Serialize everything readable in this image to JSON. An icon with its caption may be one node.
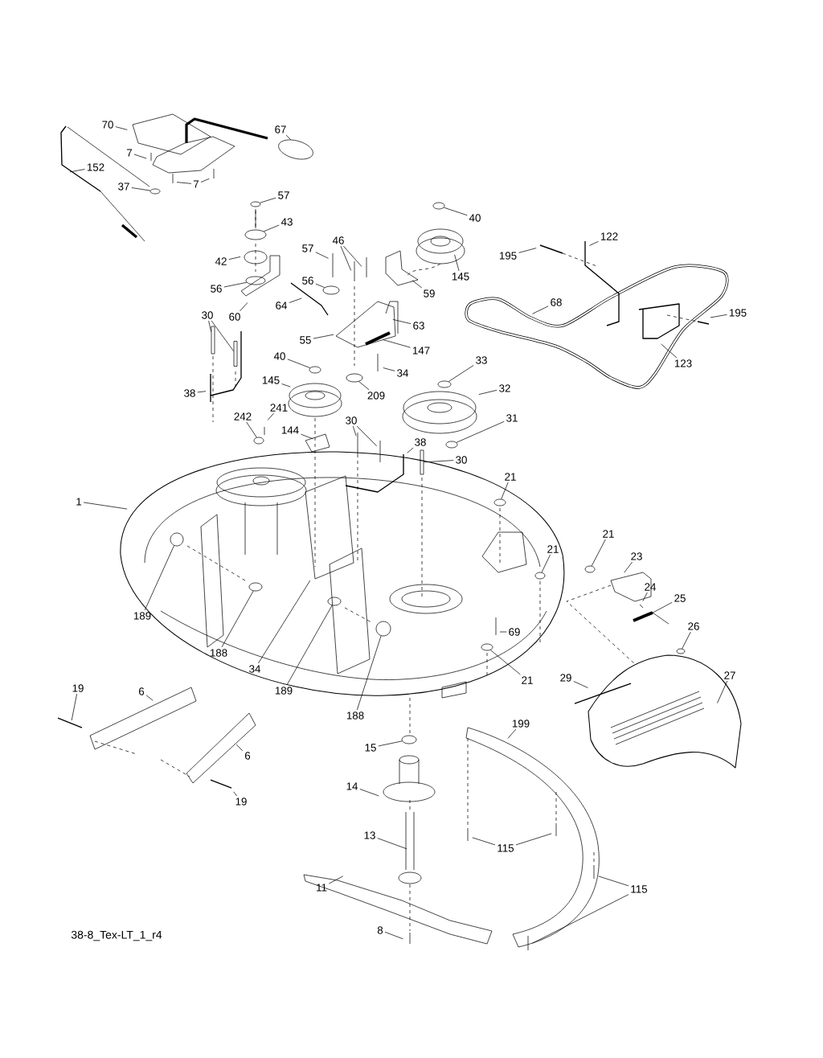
{
  "diagram": {
    "nodes": [
      {
        "text": [
          "70"
        ]
      },
      {
        "text": [
          "67"
        ]
      },
      {
        "text": [
          "7"
        ]
      },
      {
        "text": [
          "152"
        ]
      },
      {
        "text": [
          "37"
        ]
      },
      {
        "text": [
          "7"
        ]
      },
      {
        "text": [
          "57"
        ]
      },
      {
        "text": [
          "43"
        ]
      },
      {
        "text": [
          "42"
        ]
      },
      {
        "text": [
          "56"
        ]
      },
      {
        "text": [
          "60"
        ]
      },
      {
        "text": [
          "64"
        ]
      },
      {
        "text": [
          "57"
        ]
      },
      {
        "text": [
          "46"
        ]
      },
      {
        "text": [
          "56"
        ]
      },
      {
        "text": [
          "40"
        ]
      },
      {
        "text": [
          "145"
        ]
      },
      {
        "text": [
          "59"
        ]
      },
      {
        "text": [
          "63"
        ]
      },
      {
        "text": [
          "55"
        ]
      },
      {
        "text": [
          "147"
        ]
      },
      {
        "text": [
          "34"
        ]
      },
      {
        "text": [
          "209"
        ]
      },
      {
        "text": [
          "30"
        ]
      },
      {
        "text": [
          "38"
        ]
      },
      {
        "text": [
          "40"
        ]
      },
      {
        "text": [
          "145"
        ]
      },
      {
        "text": [
          "33"
        ]
      },
      {
        "text": [
          "32"
        ]
      },
      {
        "text": [
          "31"
        ]
      },
      {
        "text": [
          "195"
        ]
      },
      {
        "text": [
          "122"
        ]
      },
      {
        "text": [
          "68"
        ]
      },
      {
        "text": [
          "195"
        ]
      },
      {
        "text": [
          "123"
        ]
      },
      {
        "text": [
          "242"
        ]
      },
      {
        "text": [
          "241"
        ]
      },
      {
        "text": [
          "144"
        ]
      },
      {
        "text": [
          "30"
        ]
      },
      {
        "text": [
          "38"
        ]
      },
      {
        "text": [
          "30"
        ]
      },
      {
        "text": [
          "21"
        ]
      },
      {
        "text": [
          "1"
        ]
      },
      {
        "text": [
          "21"
        ]
      },
      {
        "text": [
          "21"
        ]
      },
      {
        "text": [
          "23"
        ]
      },
      {
        "text": [
          "24"
        ]
      },
      {
        "text": [
          "25"
        ]
      },
      {
        "text": [
          "26"
        ]
      },
      {
        "text": [
          "69"
        ]
      },
      {
        "text": [
          "189"
        ]
      },
      {
        "text": [
          "188"
        ]
      },
      {
        "text": [
          "34"
        ]
      },
      {
        "text": [
          "189"
        ]
      },
      {
        "text": [
          "188"
        ]
      },
      {
        "text": [
          "21"
        ]
      },
      {
        "text": [
          "29"
        ]
      },
      {
        "text": [
          "27"
        ]
      },
      {
        "text": [
          "199"
        ]
      },
      {
        "text": [
          "19"
        ]
      },
      {
        "text": [
          "6"
        ]
      },
      {
        "text": [
          "6"
        ]
      },
      {
        "text": [
          "19"
        ]
      },
      {
        "text": [
          "15"
        ]
      },
      {
        "text": [
          "14"
        ]
      },
      {
        "text": [
          "13"
        ]
      },
      {
        "text": [
          "11"
        ]
      },
      {
        "text": [
          "8"
        ]
      },
      {
        "text": [
          "115"
        ]
      },
      {
        "text": [
          "115"
        ]
      },
      {
        "text": [],
        "shape": "circle"
      },
      {
        "text": [],
        "shape": "circle"
      },
      {
        "text": [],
        "shape": "circle"
      },
      {
        "text": [],
        "shape": "circle"
      },
      {
        "text": [],
        "shape": "circle"
      },
      {
        "text": [],
        "shape": "circle"
      },
      {
        "text": [],
        "shape": "circle"
      },
      {
        "text": [],
        "shape": "bolt"
      },
      {
        "text": [],
        "shape": "bolt"
      },
      {
        "text": [],
        "shape": "circle"
      },
      {
        "text": [],
        "shape": "circle"
      },
      {
        "text": [],
        "shape": "circle"
      },
      {
        "text": [],
        "shape": "circle"
      },
      {
        "text": [],
        "shape": "bolt"
      },
      {
        "text": [],
        "shape": "circle"
      },
      {
        "text": [],
        "shape": "circle"
      },
      {
        "text": [],
        "shape": "circle"
      },
      {
        "text": [],
        "shape": "circle"
      },
      {
        "text": [],
        "shape": "circle"
      },
      {
        "text": [],
        "shape": "circle"
      },
      {
        "text": [],
        "shape": "circle"
      },
      {
        "text": [],
        "shape": "circle"
      },
      {
        "text": [],
        "shape": "circle"
      },
      {
        "text": [],
        "shape": "circle"
      }
    ],
    "edges": [
      {
        "from": 0,
        "to": null,
        "arrow": "none"
      },
      {
        "from": 1,
        "to": null,
        "arrow": "none"
      },
      {
        "from": 2,
        "to": null,
        "arrow": "none"
      },
      {
        "from": 3,
        "to": null,
        "arrow": "none"
      },
      {
        "from": 4,
        "to": 70,
        "arrow": "none"
      },
      {
        "from": 5,
        "to": null,
        "arrow": "none"
      },
      {
        "from": 5,
        "to": null,
        "arrow": "none"
      },
      {
        "from": 6,
        "to": 71,
        "arrow": "none"
      },
      {
        "from": 7,
        "to": 72,
        "arrow": "none"
      },
      {
        "from": 8,
        "to": null,
        "arrow": "none"
      },
      {
        "from": 9,
        "to": 73,
        "arrow": "none"
      },
      {
        "from": 10,
        "to": null,
        "arrow": "none"
      },
      {
        "from": 11,
        "to": null,
        "arrow": "none"
      },
      {
        "from": 12,
        "to": null,
        "arrow": "none"
      },
      {
        "from": 13,
        "to": null,
        "arrow": "none"
      },
      {
        "from": 13,
        "to": null,
        "arrow": "none"
      },
      {
        "from": 14,
        "to": 74,
        "arrow": "none"
      },
      {
        "from": 15,
        "to": 75,
        "arrow": "none"
      },
      {
        "from": 16,
        "to": null,
        "arrow": "none"
      },
      {
        "from": 17,
        "to": null,
        "arrow": "none"
      },
      {
        "from": 18,
        "to": null,
        "arrow": "none"
      },
      {
        "from": 19,
        "to": null,
        "arrow": "none"
      },
      {
        "from": 20,
        "to": null,
        "arrow": "none"
      },
      {
        "from": 21,
        "to": null,
        "arrow": "none"
      },
      {
        "from": 22,
        "to": 76,
        "arrow": "none"
      },
      {
        "from": 23,
        "to": 77,
        "arrow": "none"
      },
      {
        "from": 23,
        "to": 78,
        "arrow": "none"
      },
      {
        "from": 24,
        "to": null,
        "arrow": "none"
      },
      {
        "from": 25,
        "to": 79,
        "arrow": "none"
      },
      {
        "from": 26,
        "to": null,
        "arrow": "none"
      },
      {
        "from": 27,
        "to": 80,
        "arrow": "none"
      },
      {
        "from": 28,
        "to": null,
        "arrow": "none"
      },
      {
        "from": 29,
        "to": 81,
        "arrow": "none"
      },
      {
        "from": 30,
        "to": null,
        "arrow": "none"
      },
      {
        "from": 31,
        "to": null,
        "arrow": "none"
      },
      {
        "from": 32,
        "to": null,
        "arrow": "none"
      },
      {
        "from": 33,
        "to": null,
        "arrow": "none"
      },
      {
        "from": 34,
        "to": null,
        "arrow": "none"
      },
      {
        "from": 35,
        "to": 82,
        "arrow": "none"
      },
      {
        "from": 36,
        "to": null,
        "arrow": "none"
      },
      {
        "from": 37,
        "to": null,
        "arrow": "none"
      },
      {
        "from": 38,
        "to": null,
        "arrow": "none"
      },
      {
        "from": 38,
        "to": null,
        "arrow": "none"
      },
      {
        "from": 39,
        "to": null,
        "arrow": "none"
      },
      {
        "from": 40,
        "to": 83,
        "arrow": "none"
      },
      {
        "from": 41,
        "to": 84,
        "arrow": "none"
      },
      {
        "from": 42,
        "to": null,
        "arrow": "none"
      },
      {
        "from": 43,
        "to": 85,
        "arrow": "none"
      },
      {
        "from": 44,
        "to": 86,
        "arrow": "none"
      },
      {
        "from": 45,
        "to": null,
        "arrow": "none"
      },
      {
        "from": 46,
        "to": null,
        "arrow": "none"
      },
      {
        "from": 47,
        "to": null,
        "arrow": "none"
      },
      {
        "from": 48,
        "to": 87,
        "arrow": "none"
      },
      {
        "from": 49,
        "to": null,
        "arrow": "none"
      },
      {
        "from": 50,
        "to": 88,
        "arrow": "none"
      },
      {
        "from": 51,
        "to": 89,
        "arrow": "none"
      },
      {
        "from": 52,
        "to": null,
        "arrow": "none"
      },
      {
        "from": 53,
        "to": 90,
        "arrow": "none"
      },
      {
        "from": 54,
        "to": 91,
        "arrow": "none"
      },
      {
        "from": 55,
        "to": 92,
        "arrow": "none"
      },
      {
        "from": 56,
        "to": null,
        "arrow": "none"
      },
      {
        "from": 57,
        "to": null,
        "arrow": "none"
      },
      {
        "from": 58,
        "to": null,
        "arrow": "none"
      },
      {
        "from": 59,
        "to": null,
        "arrow": "none"
      },
      {
        "from": 60,
        "to": null,
        "arrow": "none"
      },
      {
        "from": 61,
        "to": null,
        "arrow": "none"
      },
      {
        "from": 62,
        "to": null,
        "arrow": "none"
      },
      {
        "from": 63,
        "to": 93,
        "arrow": "none"
      },
      {
        "from": 64,
        "to": null,
        "arrow": "none"
      },
      {
        "from": 65,
        "to": null,
        "arrow": "none"
      },
      {
        "from": 66,
        "to": null,
        "arrow": "none"
      },
      {
        "from": 67,
        "to": null,
        "arrow": "none"
      },
      {
        "from": 68,
        "to": null,
        "arrow": "none"
      },
      {
        "from": 68,
        "to": null,
        "arrow": "none"
      },
      {
        "from": 69,
        "to": null,
        "arrow": "none"
      },
      {
        "from": 69,
        "to": null,
        "arrow": "none"
      }
    ],
    "labels": [
      "38-8_Tex-LT_1_r4"
    ]
  }
}
